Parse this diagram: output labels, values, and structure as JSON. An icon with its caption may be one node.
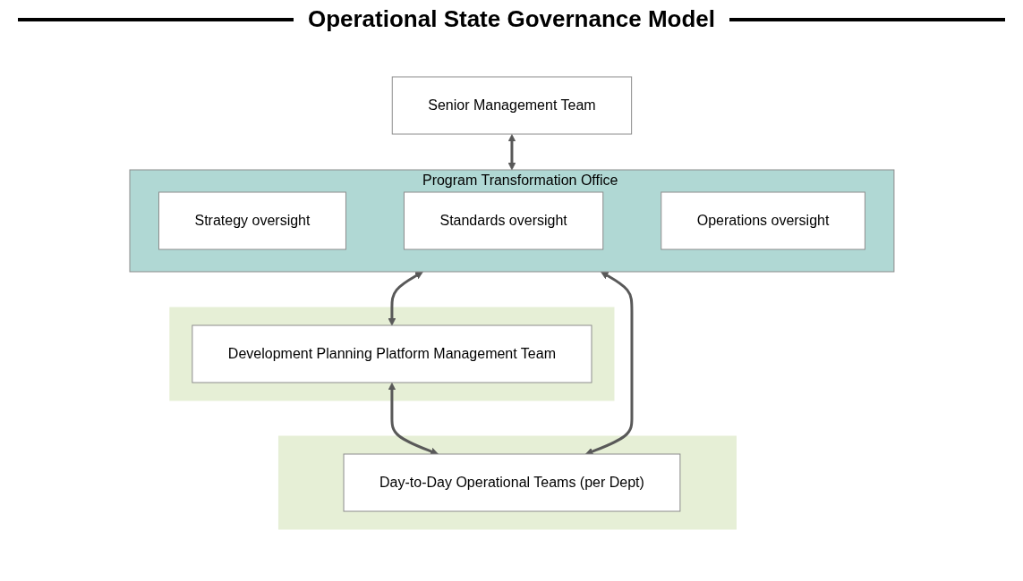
{
  "diagram": {
    "title": "Operational State Governance Model",
    "nodes": [
      {
        "text": [
          "Senior Management Team"
        ]
      },
      {
        "text": [
          "Program Transformation Office"
        ]
      },
      {
        "text": [
          "Strategy oversight"
        ],
        "in": 1
      },
      {
        "text": [
          "Standards oversight"
        ],
        "in": 1
      },
      {
        "text": [
          "Operations oversight"
        ],
        "in": 1
      },
      {
        "text": [],
        "shape": "band"
      },
      {
        "text": [
          "Development Planning Platform Management Team"
        ],
        "in": 5
      },
      {
        "text": [],
        "shape": "band"
      },
      {
        "text": [
          "Day-to-Day Operational Teams (per Dept)"
        ],
        "in": 7
      }
    ],
    "edges": [
      {
        "from": 0,
        "to": 1,
        "arrow": "both"
      },
      {
        "from": 1,
        "to": 6,
        "arrow": "both"
      },
      {
        "from": 1,
        "to": 8,
        "arrow": "both"
      },
      {
        "from": 6,
        "to": 8,
        "arrow": "both"
      }
    ]
  }
}
